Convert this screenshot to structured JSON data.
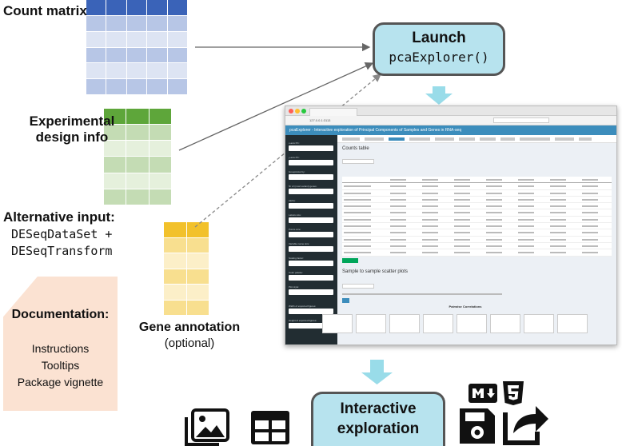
{
  "inputs": {
    "count_matrix": "Count matrix",
    "design_line1": "Experimental",
    "design_line2": "design info",
    "alt_title": "Alternative input:",
    "alt_line1": "DESeqDataSet +",
    "alt_line2": "DESeqTransform",
    "gene_annotation": "Gene annotation",
    "gene_annotation_note": "(optional)"
  },
  "documentation": {
    "title": "Documentation:",
    "items": [
      "Instructions",
      "Tooltips",
      "Package vignette"
    ]
  },
  "launch": {
    "line1": "Launch",
    "line2": "pcaExplorer()"
  },
  "exploration": {
    "line1": "Interactive",
    "line2": "exploration"
  },
  "app_window": {
    "app_title": "pcaExplorer - Interactive exploration of Principal Components of Samples and Genes in RNA-seq",
    "section_counts": "Counts table",
    "section_scatter": "Sample to sample scatter plots",
    "section_pairwise": "Pairwise Correlations",
    "url": "127.0.0.1:3113"
  },
  "colors": {
    "count_matrix": [
      "#3a63b8",
      "#b7c6e6",
      "#dde4f3"
    ],
    "design": [
      "#5ea63a",
      "#c4dcb4",
      "#e5f0dc"
    ],
    "annotation": [
      "#f2c12b",
      "#f8df8f",
      "#fcefc8"
    ],
    "launch_fill": "#b7e3ee",
    "arrow": "#99dce9",
    "doc_fill": "#fbe2d2"
  },
  "icons": [
    "image-gallery-icon",
    "table-layout-icon",
    "markdown-icon",
    "html5-icon",
    "save-disk-icon",
    "share-export-icon"
  ]
}
